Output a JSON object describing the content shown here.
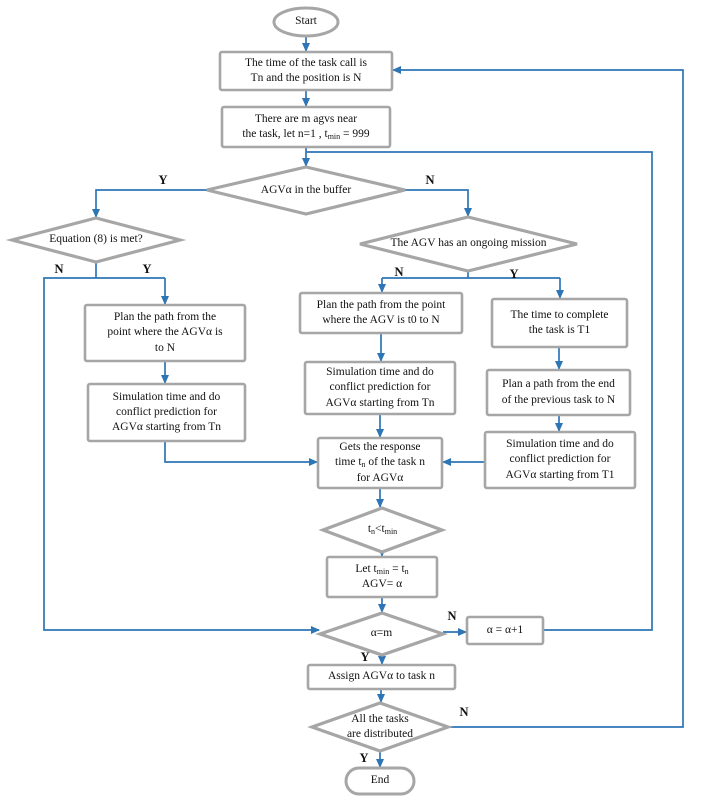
{
  "colors": {
    "connector_blue": "#2E75B6",
    "shape_border_gray": "#A6A6A6",
    "text": "#111111",
    "background": "#ffffff"
  },
  "nodes": {
    "start": {
      "label": "Start"
    },
    "task_call": {
      "label": "The time of  the task call is\nTn and the position is N"
    },
    "agvs": {
      "line1": "There are m agvs near",
      "line2_pre": "the task, let n=1 ,  t",
      "line2_sub": "min",
      "line2_post": " = 999"
    },
    "buffer": {
      "label": "AGVα in the buffer",
      "yes": "Y",
      "no": "N"
    },
    "equation": {
      "label": "Equation (8) is met?",
      "yes": "Y",
      "no": "N"
    },
    "mission": {
      "label": "The AGV has an ongoing mission",
      "yes": "Y",
      "no": "N"
    },
    "plan_left": {
      "label": "Plan the path from the\npoint where the AGVα is\nto N"
    },
    "sim_left": {
      "label": "Simulation time and do\nconflict prediction for\nAGVα starting from Tn"
    },
    "plan_mid": {
      "label": "Plan the path from the point\nwhere the AGV is t0 to N"
    },
    "sim_mid": {
      "label": "Simulation time and do\nconflict prediction for\nAGVα starting from Tn"
    },
    "time_t1": {
      "label": "The time to complete\nthe task is T1"
    },
    "plan_end": {
      "label": "Plan a path from the end\nof the previous task to N"
    },
    "sim_t1": {
      "label": "Simulation time and do\nconflict prediction for\nAGVα starting from T1"
    },
    "gets": {
      "line1": "Gets the response",
      "line2_pre": "time t",
      "line2_sub": "n",
      "line2_post": " of the task n",
      "line3": "for AGVα"
    },
    "tmin_check": {
      "pre": "t",
      "sub1": "n",
      "mid": "<t",
      "sub2": "min"
    },
    "let_update": {
      "line1_pre": "Let t",
      "line1_sub1": "min",
      "line1_mid": " = t",
      "line1_sub2": "n",
      "line2": "AGV= α"
    },
    "alpha_check": {
      "label": "α=m",
      "yes": "Y",
      "no": "N"
    },
    "increment": {
      "label": "α = α+1"
    },
    "assign": {
      "label": "Assign AGVα  to task n"
    },
    "all_tasks": {
      "label": "All the tasks\nare distributed",
      "yes": "Y",
      "no": "N"
    },
    "end": {
      "label": "End"
    }
  }
}
